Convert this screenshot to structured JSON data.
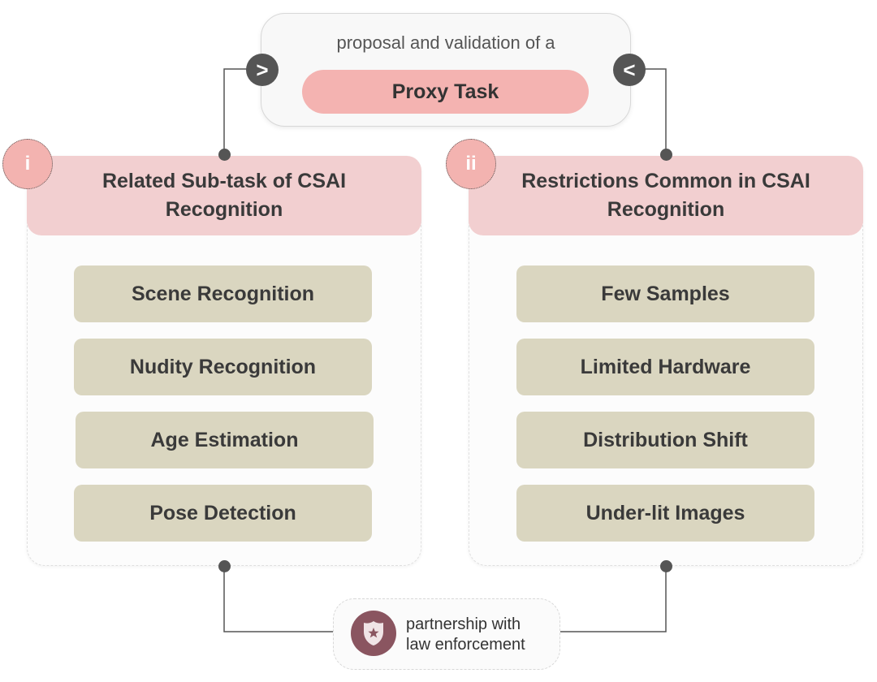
{
  "proxy": {
    "subtitle": "proposal and validation of a",
    "task": "Proxy Task",
    "left_arrow": ">",
    "right_arrow": "<"
  },
  "panel_left": {
    "badge": "i",
    "header": "Related Sub-task of CSAI Recognition",
    "items": [
      "Scene Recognition",
      "Nudity Recognition",
      "Age Estimation",
      "Pose Detection"
    ]
  },
  "panel_right": {
    "badge": "ii",
    "header": "Restrictions Common in CSAI Recognition",
    "items": [
      "Few Samples",
      "Limited Hardware",
      "Distribution Shift",
      "Under-lit Images"
    ]
  },
  "partnership": {
    "text_line1": "partnership with",
    "text_line2": "law enforcement",
    "icon": "police-badge-icon"
  },
  "colors": {
    "proxy_pill": "#f4b3b1",
    "panel_header": "#f2cfd0",
    "item_fill": "#dad6c0",
    "badge_fill": "#f3b3b0",
    "partner_icon": "#8a5560",
    "connector": "#555555"
  }
}
